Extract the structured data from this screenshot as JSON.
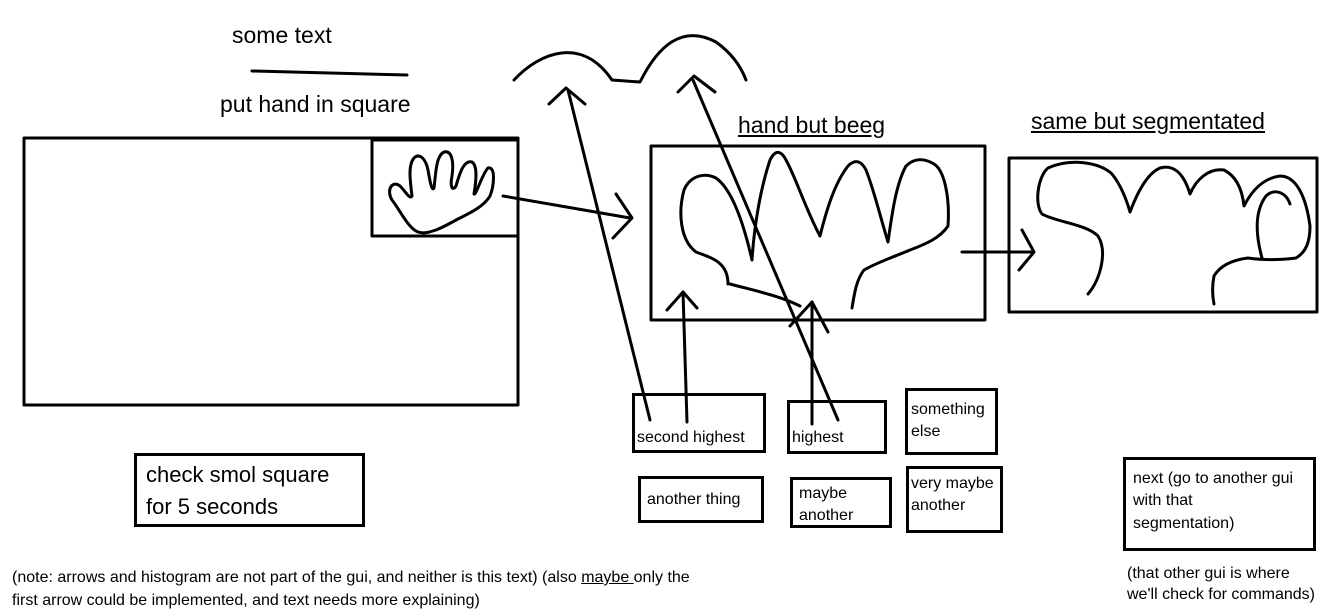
{
  "header": {
    "some_text": "some text",
    "put_hand": "put hand in square"
  },
  "titles": {
    "hand_big": "hand but beeg",
    "segmented": "same but segmentated"
  },
  "buttons": {
    "check": "check smol square\nfor 5 seconds",
    "second_highest": "second highest",
    "highest": "highest",
    "something_else": "something\nelse",
    "another_thing": "another thing",
    "maybe_another": "maybe\nanother",
    "very_maybe_another": "very maybe\nanother",
    "next": "next (go to another gui\nwith that\nsegmentation)"
  },
  "notes": {
    "note_part1": "(note: arrows and histogram are not part of the gui, and neither is this text) (also ",
    "note_underlined": "maybe ",
    "note_part2": "only the",
    "note_line2": "first arrow could be implemented, and text needs more explaining)",
    "other_gui": "(that other gui is where\nwe'll check for commands)"
  }
}
